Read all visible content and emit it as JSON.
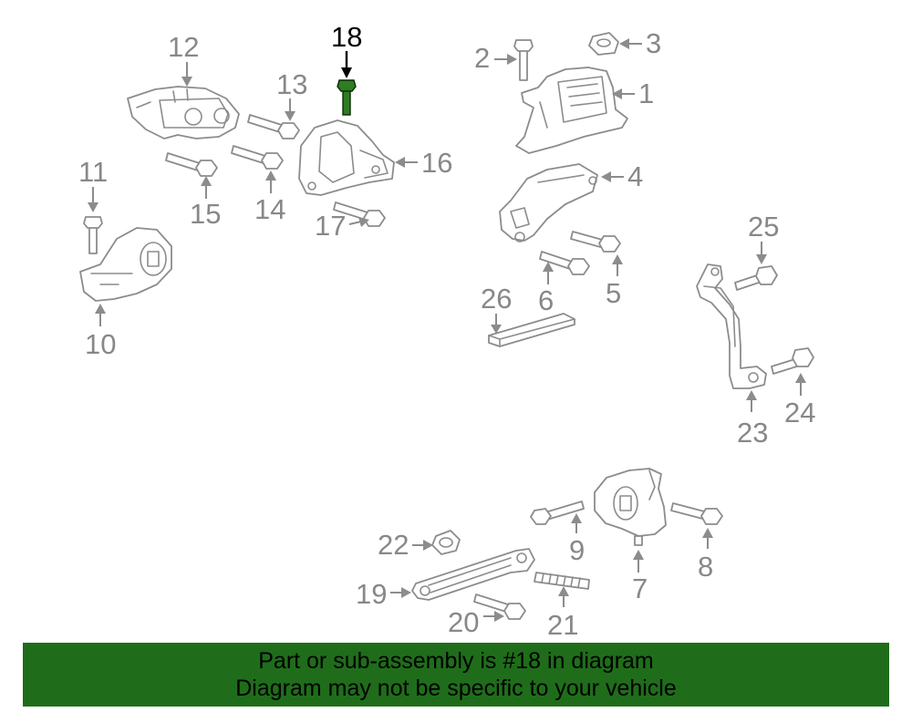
{
  "diagram": {
    "highlight_color": "#2e7d22",
    "callouts": {
      "c1": "1",
      "c2": "2",
      "c3": "3",
      "c4": "4",
      "c5": "5",
      "c6": "6",
      "c7": "7",
      "c8": "8",
      "c9": "9",
      "c10": "10",
      "c11": "11",
      "c12": "12",
      "c13": "13",
      "c14": "14",
      "c15": "15",
      "c16": "16",
      "c17": "17",
      "c18": "18",
      "c19": "19",
      "c20": "20",
      "c21": "21",
      "c22": "22",
      "c23": "23",
      "c24": "24",
      "c25": "25",
      "c26": "26"
    }
  },
  "banner": {
    "line1": "Part or sub-assembly is #18 in diagram",
    "line2": "Diagram may not be specific to your vehicle",
    "background": "#1f6d1a"
  }
}
